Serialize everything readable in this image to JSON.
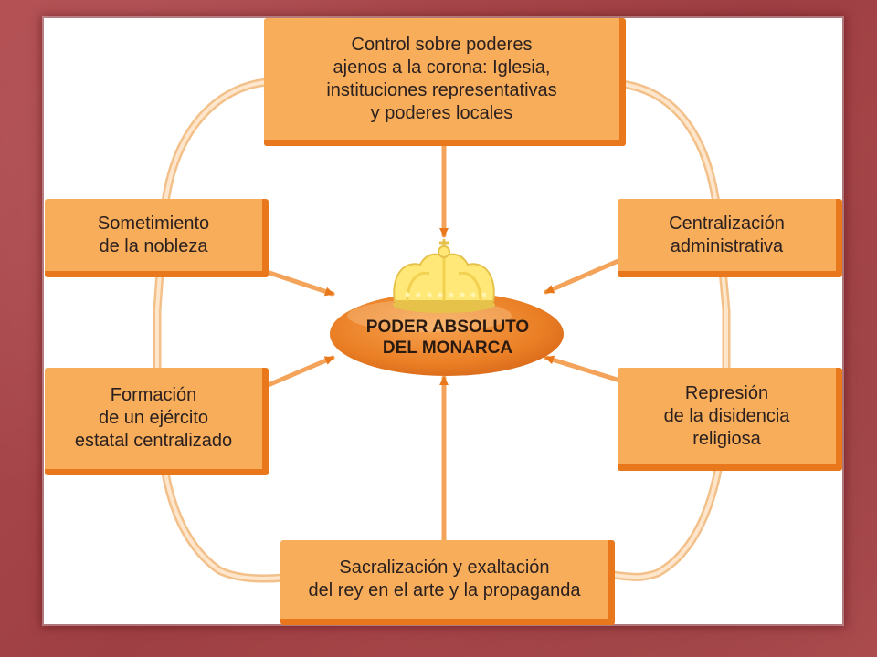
{
  "center": {
    "label": "PODER ABSOLUTO\nDEL MONARCA",
    "icon": "crown-icon"
  },
  "boxes": {
    "top": "Control sobre poderes\najenos a la corona: Iglesia,\ninstituciones representativas\ny poderes locales",
    "left_upper": "Sometimiento\nde la nobleza",
    "left_lower": "Formación\nde un ejército\nestatal centralizado",
    "right_upper": "Centralización\nadministrativa",
    "right_lower": "Represión\nde la disidencia\nreligiosa",
    "bottom": "Sacralización y exaltación\ndel rey en el arte y la propaganda"
  },
  "colors": {
    "box_fill": "#f7ad59",
    "box_shadow": "#e8781b",
    "ellipse_fill": "#ee8a30",
    "crown": "#ffe36a",
    "frame": "#a8484c"
  }
}
